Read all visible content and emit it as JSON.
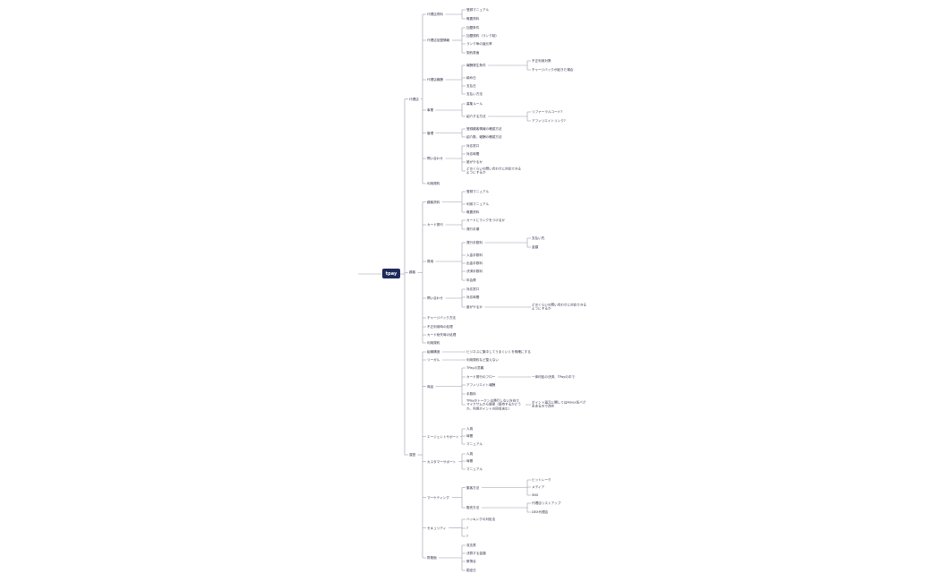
{
  "root": {
    "label": "tpay"
  },
  "tree": [
    {
      "label": "代理店",
      "children": [
        {
          "label": "代理店資料",
          "children": [
            {
              "label": "登録マニュアル"
            },
            {
              "label": "概要資料"
            }
          ]
        },
        {
          "label": "代理店加盟情報",
          "children": [
            {
              "label": "加盟条件"
            },
            {
              "label": "加盟規約（ランク制）"
            },
            {
              "label": "ランク毎の還元率"
            },
            {
              "label": "契約書面"
            }
          ]
        },
        {
          "label": "代理店報酬",
          "children": [
            {
              "label": "報酬発生条件",
              "children": [
                {
                  "label": "不正利用対策"
                },
                {
                  "label": "チャージバックが起きた場合"
                }
              ]
            },
            {
              "label": "締め日"
            },
            {
              "label": "支払日"
            },
            {
              "label": "支払い方法"
            }
          ]
        },
        {
          "label": "事業",
          "children": [
            {
              "label": "募集ルール"
            },
            {
              "label": "紹介する方法",
              "children": [
                {
                  "label": "リファーラルコード?"
                },
                {
                  "label": "アフィリエイトリンク?"
                }
              ]
            }
          ]
        },
        {
          "label": "管理",
          "children": [
            {
              "label": "登録顧客情報の確認方法"
            },
            {
              "label": "紹介数、報酬の確認方法"
            }
          ]
        },
        {
          "label": "問い合わせ",
          "children": [
            {
              "label": "対応窓口"
            },
            {
              "label": "対応時間"
            },
            {
              "label": "誰がやるか"
            },
            {
              "label": "どのくらいの問い合わせに対応できるようにするか"
            }
          ]
        },
        {
          "label": "利用規約"
        }
      ]
    },
    {
      "label": "顧客",
      "children": [
        {
          "label": "顧客資料",
          "children": [
            {
              "label": "登録マニュアル"
            },
            {
              "label": "利用マニュアル"
            },
            {
              "label": "概要資料"
            }
          ]
        },
        {
          "label": "カード発行",
          "children": [
            {
              "label": "カードにランクをつけるか"
            },
            {
              "label": "発行手順"
            }
          ]
        },
        {
          "label": "費用",
          "children": [
            {
              "label": "発行手数料",
              "children": [
                {
                  "label": "支払い先"
                },
                {
                  "label": "金額"
                }
              ]
            },
            {
              "label": "入金手数料"
            },
            {
              "label": "出金手数料"
            },
            {
              "label": "決済手数料"
            },
            {
              "label": "年会費"
            }
          ]
        },
        {
          "label": "問い合わせ",
          "children": [
            {
              "label": "対応窓口"
            },
            {
              "label": "対応時間"
            },
            {
              "label": "誰がやるか",
              "children": [
                {
                  "label": "どのくらいの問い合わせに対応できるようにするか"
                }
              ]
            }
          ]
        },
        {
          "label": "チャージバック方法"
        },
        {
          "label": "不正利用時の処理"
        },
        {
          "label": "カード紛失時の処理"
        },
        {
          "label": "利用規約"
        }
      ]
    },
    {
      "label": "運営",
      "children": [
        {
          "label": "組織構造",
          "children": [
            {
              "label": "ビジネスに集中してうまくいくを明確にする"
            }
          ]
        },
        {
          "label": "リーガル",
          "children": [
            {
              "label": "利用規約など整えない"
            }
          ]
        },
        {
          "label": "商品",
          "children": [
            {
              "label": "TPayの意義"
            },
            {
              "label": "カード発行のフロー",
              "children": [
                {
                  "label": "一体何処の決済、TPayの中で"
                }
              ]
            },
            {
              "label": "アフィリエイト報酬"
            },
            {
              "label": "手数料"
            },
            {
              "label": "TPayのトークンは発行しない方向でマイクサムから提案（保持するかどうか、利用ポイントの回収含む）",
              "children": [
                {
                  "label": "ポイント還元に関してはAmex系バグ系あるので改め"
                }
              ]
            }
          ]
        },
        {
          "label": "エージェントサポート",
          "children": [
            {
              "label": "人員"
            },
            {
              "label": "時間"
            },
            {
              "label": "マニュアル"
            }
          ]
        },
        {
          "label": "カスタマーサポート",
          "children": [
            {
              "label": "人員"
            },
            {
              "label": "時間"
            },
            {
              "label": "マニュアル"
            }
          ]
        },
        {
          "label": "マーケティング",
          "children": [
            {
              "label": "集客方法",
              "children": [
                {
                  "label": "ビットレーク"
                },
                {
                  "label": "メディア"
                },
                {
                  "label": "SNS"
                }
              ]
            },
            {
              "label": "販売方法",
              "children": [
                {
                  "label": "代理店リストアップ"
                },
                {
                  "label": "DEX代理店"
                }
              ]
            }
          ]
        },
        {
          "label": "セキュリティ",
          "children": [
            {
              "label": "ハッキングの対処法"
            },
            {
              "label": "?"
            },
            {
              "label": "?"
            }
          ]
        },
        {
          "label": "財務面",
          "children": [
            {
              "label": "収支書"
            },
            {
              "label": "決算する金額"
            },
            {
              "label": "帳簿合"
            },
            {
              "label": "勘定日"
            }
          ]
        }
      ]
    }
  ],
  "colors": {
    "root_bg": "#1f2a5a",
    "line": "#9a9aab",
    "text": "#33334d"
  }
}
